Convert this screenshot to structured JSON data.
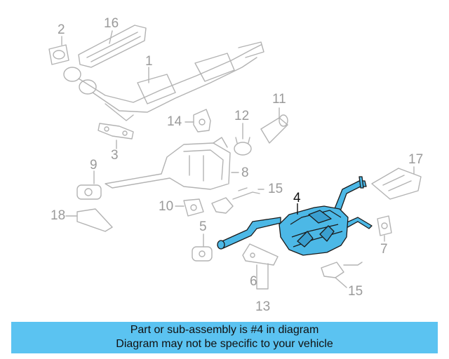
{
  "callouts": {
    "c1": "1",
    "c2": "2",
    "c3": "3",
    "c4": "4",
    "c5": "5",
    "c6": "6",
    "c7": "7",
    "c8": "8",
    "c9": "9",
    "c10": "10",
    "c11": "11",
    "c12": "12",
    "c13": "13",
    "c14": "14",
    "c15a": "15",
    "c15b": "15",
    "c16": "16",
    "c17": "17",
    "c18": "18"
  },
  "highlight_part": "4",
  "colors": {
    "highlight_fill": "#4cb8e6",
    "outline": "#1a1a1a",
    "ghost": "#b0b0b0",
    "banner": "#5bc3f1"
  },
  "banner": {
    "line1": "Part or sub-assembly is #4 in diagram",
    "line2": "Diagram may not be specific to your vehicle"
  }
}
